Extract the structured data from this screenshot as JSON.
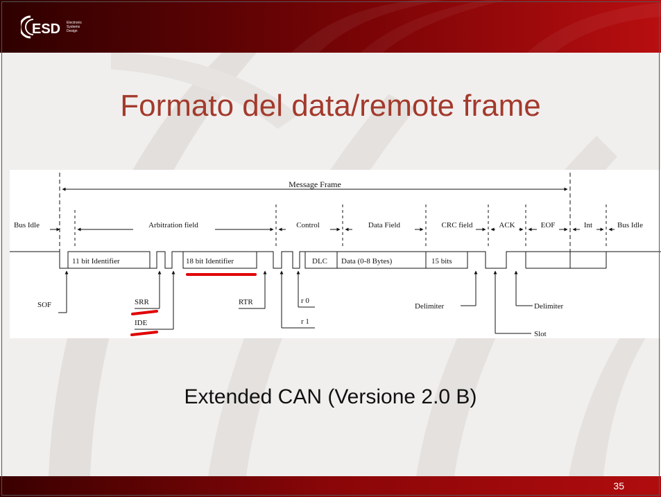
{
  "slide": {
    "title": "Formato del data/remote frame",
    "caption": "Extended CAN (Versione 2.0 B)",
    "page_number": "35"
  },
  "logo": {
    "text": "ESD",
    "tagline": [
      "Electronic",
      "Systems",
      "Design"
    ]
  },
  "diagram": {
    "message_frame": "Message Frame",
    "fields": {
      "bus_idle_left": "Bus Idle",
      "arbitration": "Arbitration field",
      "control": "Control",
      "data_field": "Data Field",
      "crc_field": "CRC field",
      "ack": "ACK",
      "eof": "EOF",
      "int": "Int",
      "bus_idle_right": "Bus Idle"
    },
    "boxes": {
      "id11": "11 bit Identifier",
      "id18": "18 bit Identifier",
      "dlc": "DLC",
      "data": "Data (0-8 Bytes)",
      "crc_bits": "15 bits"
    },
    "bits": {
      "sof": "SOF",
      "srr": "SRR",
      "ide": "IDE",
      "rtr": "RTR",
      "r0": "r 0",
      "r1": "r 1",
      "delimiter_crc": "Delimiter",
      "delimiter_ack": "Delimiter",
      "slot": "Slot"
    }
  },
  "colors": {
    "bar_dark": "#3a0000",
    "bar_red": "#a40a0c",
    "title_red": "#a33a2c",
    "highlight_red": "#e00000",
    "background": "#f1efee"
  }
}
